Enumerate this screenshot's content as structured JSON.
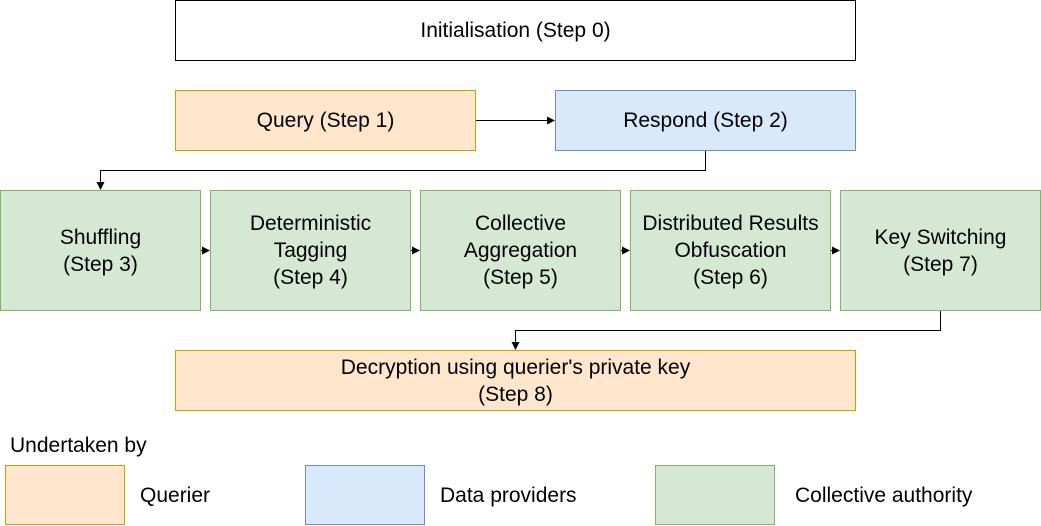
{
  "steps": {
    "step0": "Initialisation (Step 0)",
    "step1": "Query (Step 1)",
    "step2": "Respond (Step 2)",
    "step3": "Shuffling\n(Step 3)",
    "step4": "Deterministic\nTagging\n(Step 4)",
    "step5": "Collective\nAggregation\n(Step 5)",
    "step6": "Distributed Results\nObfuscation\n(Step 6)",
    "step7": "Key Switching\n(Step 7)",
    "step8": "Decryption using querier's private key\n(Step 8)"
  },
  "legend": {
    "title": "Undertaken by",
    "querier": "Querier",
    "data_providers": "Data providers",
    "collective_authority": "Collective authority"
  },
  "colors": {
    "querier_fill": "#ffe6cc",
    "querier_stroke": "#d79b00",
    "provider_fill": "#dae8fc",
    "provider_stroke": "#6c8ebf",
    "authority_fill": "#d5e8d4",
    "authority_stroke": "#82b366"
  }
}
